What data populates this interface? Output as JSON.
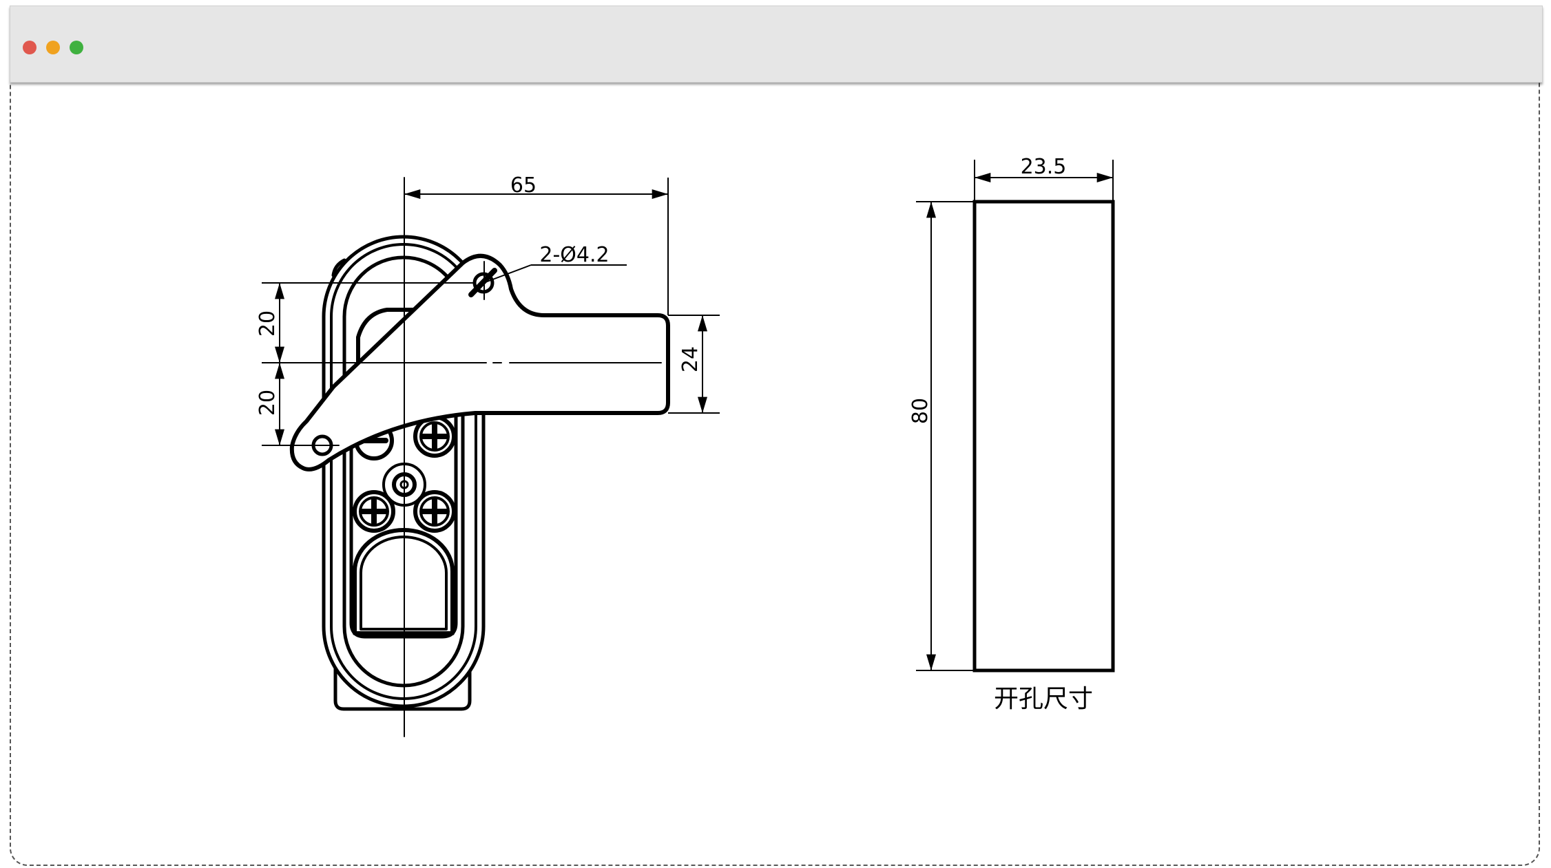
{
  "window": {
    "controls": [
      {
        "name": "close",
        "color": "#e0584e"
      },
      {
        "name": "minimize",
        "color": "#f0a21f"
      },
      {
        "name": "maximize",
        "color": "#3fb13f"
      }
    ]
  },
  "front_view": {
    "dim_width": "65",
    "dim_hole": "2-Ø4.2",
    "dim_upper_offset": "20",
    "dim_lower_offset": "20",
    "dim_handle_height": "24"
  },
  "cutout_view": {
    "dim_width": "23.5",
    "dim_height": "80",
    "caption": "开孔尺寸"
  }
}
